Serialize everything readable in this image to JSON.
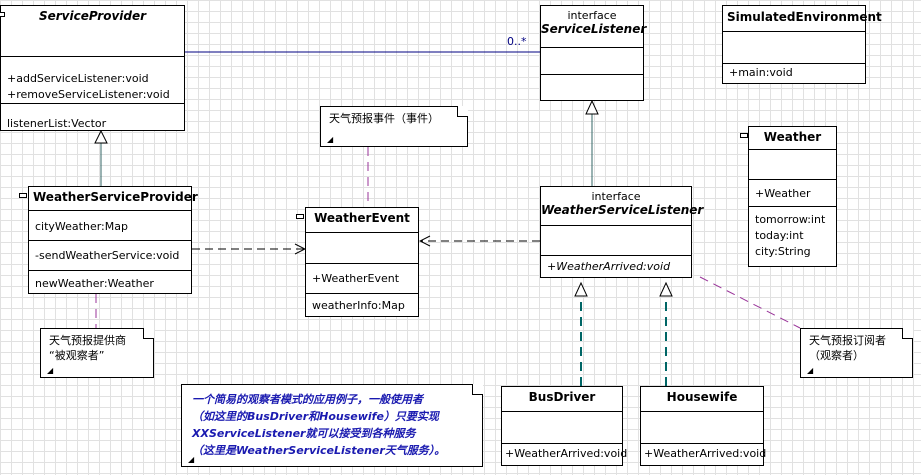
{
  "classes": {
    "service_provider": {
      "name": "ServiceProvider",
      "methods": [
        "+addServiceListener:void",
        "+removeServiceListener:void"
      ],
      "fields": [
        "listenerList:Vector"
      ]
    },
    "service_listener": {
      "stereotype": "interface",
      "name": "ServiceListener"
    },
    "simulated_environment": {
      "name": "SimulatedEnvironment",
      "methods": [
        "+main:void"
      ]
    },
    "weather": {
      "name": "Weather",
      "methods": [
        "+Weather"
      ],
      "fields": [
        "tomorrow:int",
        "today:int",
        "city:String"
      ]
    },
    "weather_service_provider": {
      "name": "WeatherServiceProvider",
      "fields": [
        "cityWeather:Map"
      ],
      "methods": [
        "-sendWeatherService:void"
      ],
      "extra": [
        "newWeather:Weather"
      ]
    },
    "weather_event": {
      "name": "WeatherEvent",
      "methods": [
        "+WeatherEvent"
      ],
      "fields": [
        "weatherInfo:Map"
      ]
    },
    "weather_service_listener": {
      "stereotype": "interface",
      "name": "WeatherServiceListener",
      "methods": [
        "+WeatherArrived:void"
      ]
    },
    "bus_driver": {
      "name": "BusDriver",
      "methods": [
        "+WeatherArrived:void"
      ]
    },
    "housewife": {
      "name": "Housewife",
      "methods": [
        "+WeatherArrived:void"
      ]
    }
  },
  "association": {
    "multiplicity": "0..*"
  },
  "notes": {
    "event": "天气预报事件（事件）",
    "provider": [
      "天气预报提供商",
      "“被观察者”"
    ],
    "subscriber": [
      "天气预报订阅者",
      "（观察者）"
    ],
    "summary": [
      "一个简易的观察者模式的应用例子，一般使用者",
      "（如这里的BusDriver和Housewife）只要实现",
      "XXServiceListener就可以接受到各种服务",
      "（这里是WeatherServiceListener天气服务）。"
    ]
  },
  "colors": {
    "association": "#000080",
    "inheritance": "#336666",
    "realization": "#006666",
    "note_link": "#993399",
    "summary_text": "#1a1ab0",
    "grid": "#e1e1e1"
  }
}
